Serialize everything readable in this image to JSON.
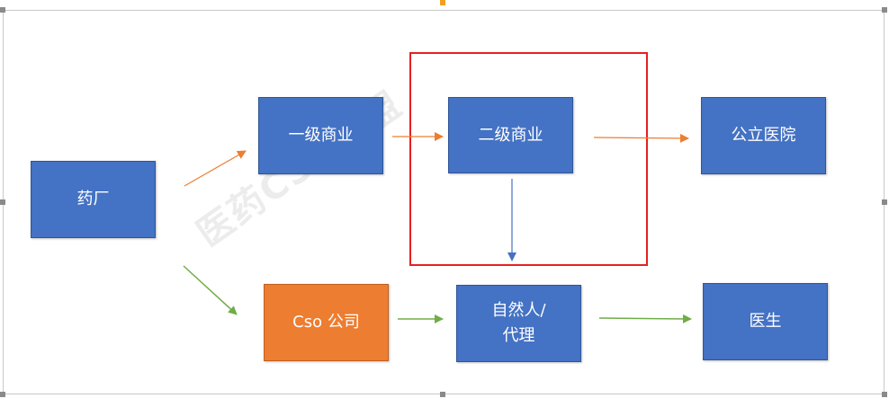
{
  "nodes": {
    "factory": "药厂",
    "level1": "一级商业",
    "level2": "二级商业",
    "public_hospital": "公立医院",
    "cso_company": "Cso 公司",
    "natural_person_line1": "自然人/",
    "natural_person_line2": "代理",
    "doctor": "医生"
  },
  "watermark": "医药CSO联盟",
  "colors": {
    "box_blue": "#4472c4",
    "box_orange": "#ed7d31",
    "arrow_orange": "#ed7d31",
    "arrow_blue": "#4472c4",
    "arrow_green": "#70ad47",
    "highlight_frame": "#e62020"
  }
}
